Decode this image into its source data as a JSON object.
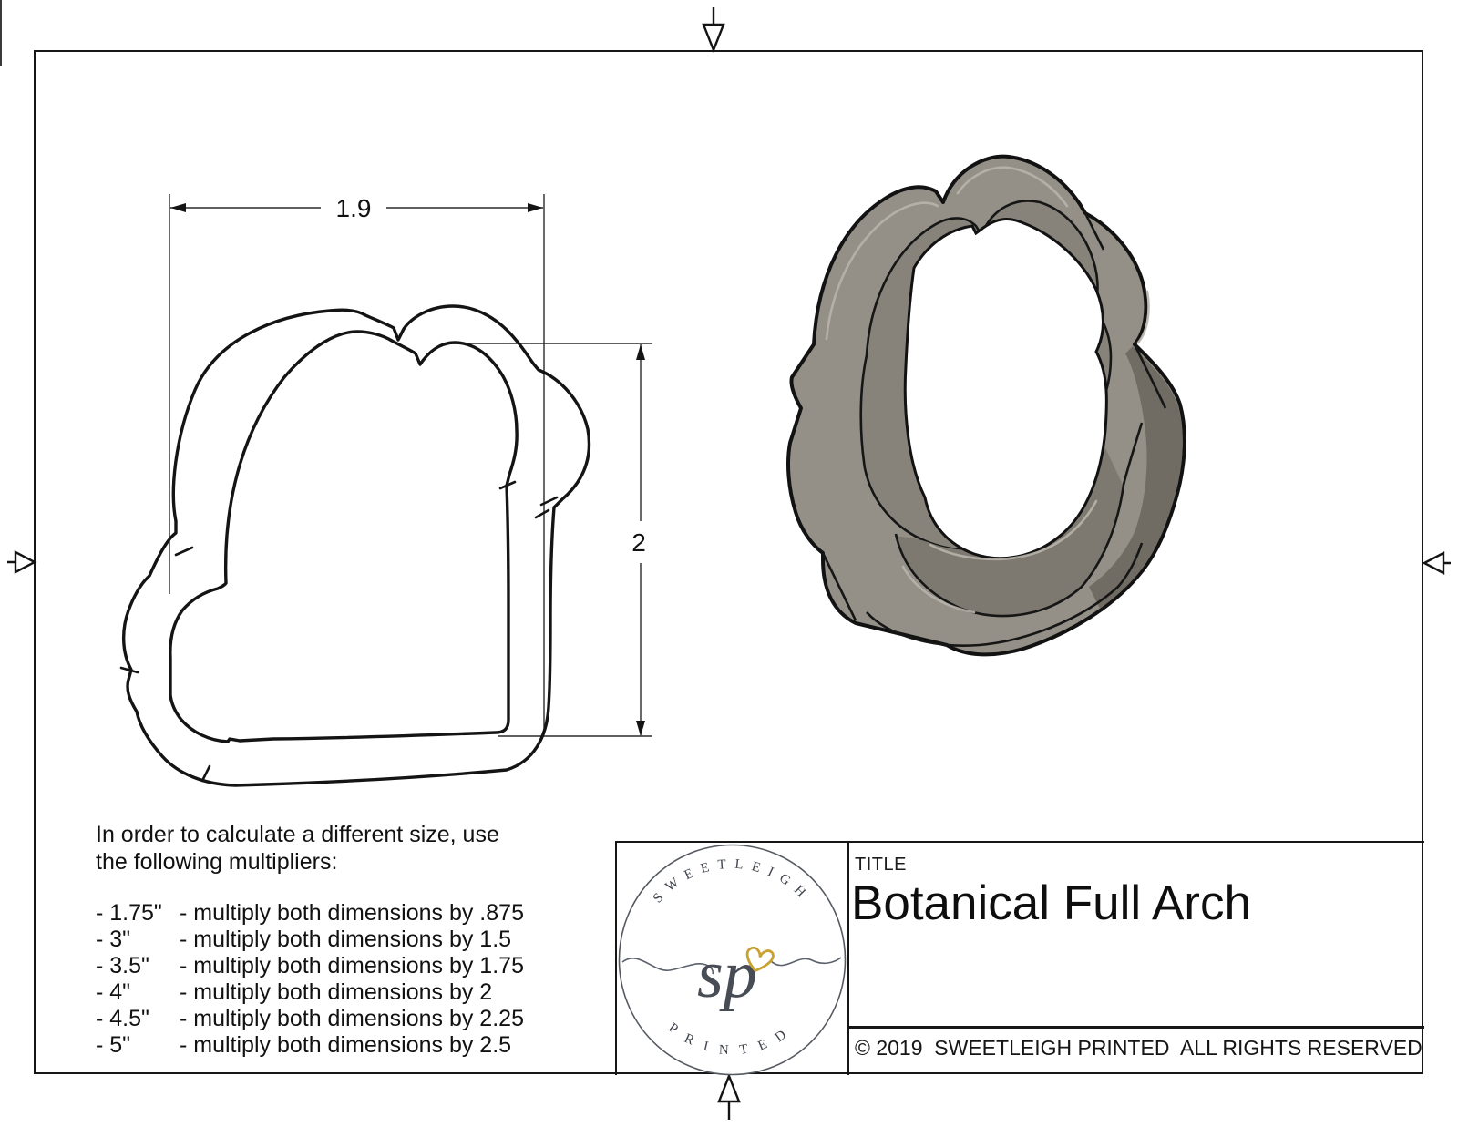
{
  "sheet": {
    "background": "#ffffff",
    "frame_color": "#161616",
    "line_color": "#141414"
  },
  "dims": {
    "width_label": "1.9",
    "height_label": "2"
  },
  "note": {
    "intro_line1": "In order to calculate a different size, use",
    "intro_line2": "the following multipliers:",
    "items": [
      {
        "size": "- 1.75\"",
        "rule": "- multiply both dimensions by .875"
      },
      {
        "size": "- 3\"",
        "rule": "- multiply both dimensions by 1.5"
      },
      {
        "size": "- 3.5\"",
        "rule": "- multiply both dimensions by 1.75"
      },
      {
        "size": "- 4\"",
        "rule": "- multiply both dimensions by 2"
      },
      {
        "size": "- 4.5\"",
        "rule": "- multiply both dimensions by 2.25"
      },
      {
        "size": "- 5\"",
        "rule": "- multiply both dimensions by 2.5"
      }
    ]
  },
  "title_block": {
    "label": "TITLE",
    "title": "Botanical Full Arch",
    "copyright": "© 2019  SWEETLEIGH PRINTED  ALL RIGHTS RESERVED"
  },
  "logo": {
    "top_text": "SWEETLEIGH",
    "bottom_text": "PRINTED",
    "monogram": "sp",
    "ink_color": "#474c55",
    "heart_color": "#c8a233"
  },
  "render_3d": {
    "object": "cookie-cutter isometric view",
    "base_color": "#949087",
    "inner_wall_color": "#87837a",
    "floor_color": "#7d7970",
    "dark_wall_color": "#6e6a62",
    "edge_color": "#121212",
    "highlight_color": "#b8b4ab"
  }
}
